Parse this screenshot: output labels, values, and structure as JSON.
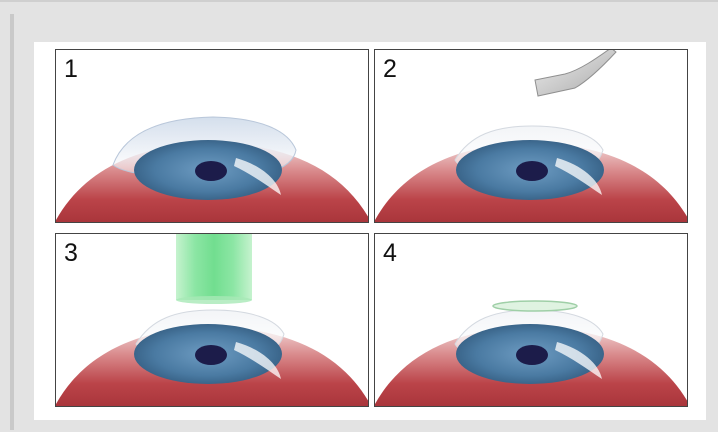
{
  "steps": [
    {
      "number": "1",
      "tool": "none"
    },
    {
      "number": "2",
      "tool": "scraper-blade"
    },
    {
      "number": "3",
      "tool": "laser-beam"
    },
    {
      "number": "4",
      "tool": "corneal-ring"
    }
  ],
  "colors": {
    "background": "#e3e3e3",
    "card": "#ffffff",
    "panel_border": "#444444",
    "eyeball_red": "#b73a3e",
    "iris_blue": "#4d7fa6",
    "pupil": "#1c1c4a",
    "cornea": "#dfe8f2",
    "laser_green": "#7fe39a"
  }
}
